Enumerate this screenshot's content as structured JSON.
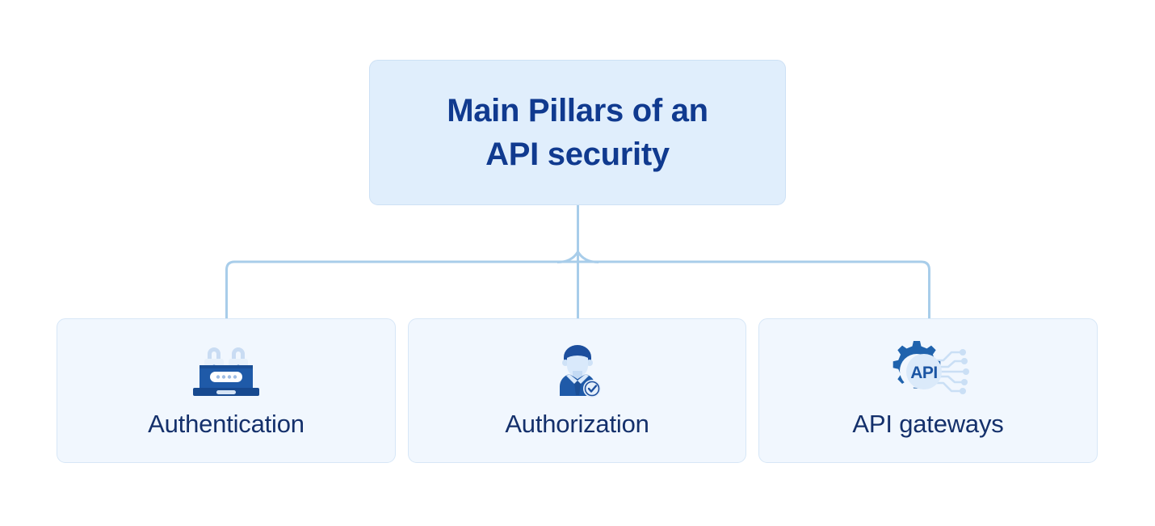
{
  "diagram": {
    "type": "hierarchy-tree",
    "background_color": "#ffffff",
    "connector_color": "#a8cdea",
    "root": {
      "title": "Main Pillars of an\nAPI security",
      "title_line_1": "Main Pillars of an",
      "title_line_2": "API security",
      "fill_color": "#e0eefc",
      "border_color": "#cde1f5",
      "text_color": "#103a8f"
    },
    "children": [
      {
        "label": "Authentication",
        "icon": "laptop-padlocks-password-icon",
        "fill_color": "#f1f7fe",
        "border_color": "#d7e7f7",
        "text_color": "#14306b"
      },
      {
        "label": "Authorization",
        "icon": "user-verified-check-icon",
        "fill_color": "#f1f7fe",
        "border_color": "#d7e7f7",
        "text_color": "#14306b"
      },
      {
        "label": "API gateways",
        "icon": "gear-api-circuit-icon",
        "fill_color": "#f1f7fe",
        "border_color": "#d7e7f7",
        "text_color": "#14306b"
      }
    ]
  }
}
